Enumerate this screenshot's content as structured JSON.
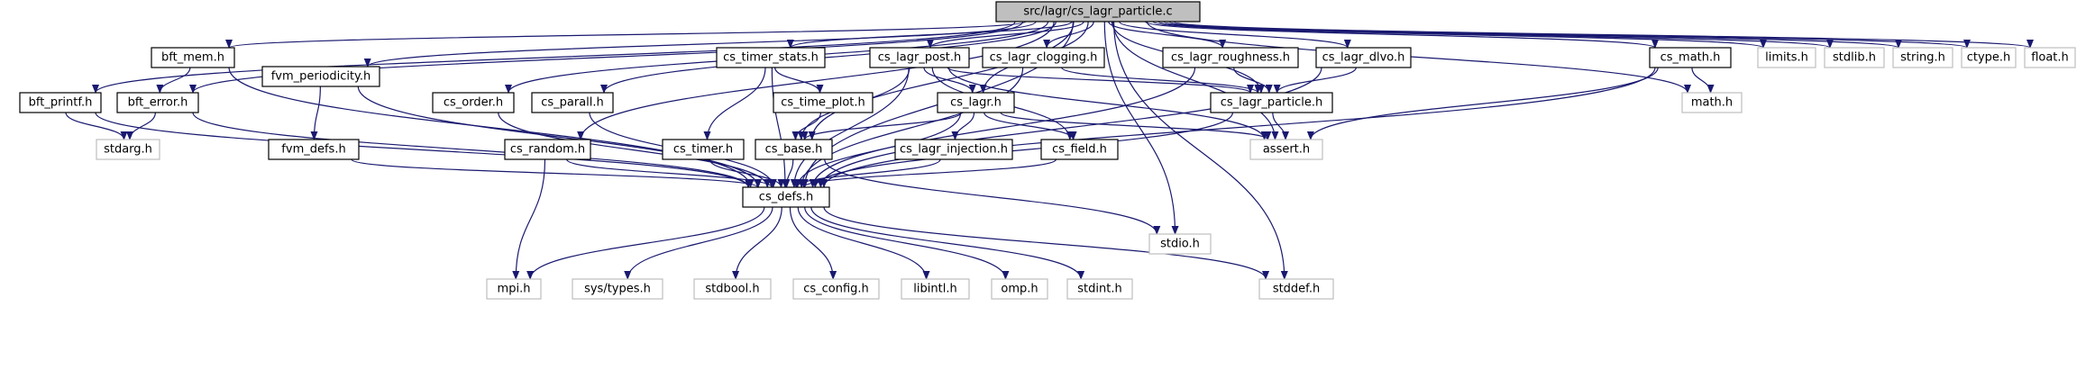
{
  "graph": {
    "edge_color": "#191970",
    "root_fill": "#bfbfbf",
    "nodes": {
      "root": {
        "label": "src/lagr/cs_lagr_particle.c",
        "kind": "root"
      },
      "bft_mem": {
        "label": "bft_mem.h",
        "kind": "doc"
      },
      "fvm_periodicity": {
        "label": "fvm_periodicity.h",
        "kind": "doc"
      },
      "cs_timer_stats": {
        "label": "cs_timer_stats.h",
        "kind": "doc"
      },
      "cs_lagr_post": {
        "label": "cs_lagr_post.h",
        "kind": "doc"
      },
      "cs_lagr_clogging": {
        "label": "cs_lagr_clogging.h",
        "kind": "doc"
      },
      "cs_lagr_roughness": {
        "label": "cs_lagr_roughness.h",
        "kind": "doc"
      },
      "cs_lagr_dlvo": {
        "label": "cs_lagr_dlvo.h",
        "kind": "doc"
      },
      "cs_math": {
        "label": "cs_math.h",
        "kind": "doc"
      },
      "limits": {
        "label": "limits.h",
        "kind": "sys"
      },
      "stdlib": {
        "label": "stdlib.h",
        "kind": "sys"
      },
      "string": {
        "label": "string.h",
        "kind": "sys"
      },
      "ctype": {
        "label": "ctype.h",
        "kind": "sys"
      },
      "float": {
        "label": "float.h",
        "kind": "sys"
      },
      "bft_printf": {
        "label": "bft_printf.h",
        "kind": "doc"
      },
      "bft_error": {
        "label": "bft_error.h",
        "kind": "doc"
      },
      "fvm_defs": {
        "label": "fvm_defs.h",
        "kind": "doc"
      },
      "cs_order": {
        "label": "cs_order.h",
        "kind": "doc"
      },
      "cs_parall": {
        "label": "cs_parall.h",
        "kind": "doc"
      },
      "cs_time_plot": {
        "label": "cs_time_plot.h",
        "kind": "doc"
      },
      "cs_lagr": {
        "label": "cs_lagr.h",
        "kind": "doc"
      },
      "cs_lagr_particle_h": {
        "label": "cs_lagr_particle.h",
        "kind": "doc"
      },
      "math": {
        "label": "math.h",
        "kind": "sys"
      },
      "stdarg": {
        "label": "stdarg.h",
        "kind": "sys"
      },
      "cs_random": {
        "label": "cs_random.h",
        "kind": "doc"
      },
      "cs_timer": {
        "label": "cs_timer.h",
        "kind": "doc"
      },
      "cs_base": {
        "label": "cs_base.h",
        "kind": "doc"
      },
      "cs_lagr_injection": {
        "label": "cs_lagr_injection.h",
        "kind": "doc"
      },
      "cs_field": {
        "label": "cs_field.h",
        "kind": "doc"
      },
      "assert": {
        "label": "assert.h",
        "kind": "sys"
      },
      "cs_defs": {
        "label": "cs_defs.h",
        "kind": "doc"
      },
      "stdio": {
        "label": "stdio.h",
        "kind": "sys"
      },
      "mpi": {
        "label": "mpi.h",
        "kind": "sys"
      },
      "sys_types": {
        "label": "sys/types.h",
        "kind": "sys"
      },
      "stdbool": {
        "label": "stdbool.h",
        "kind": "sys"
      },
      "cs_config": {
        "label": "cs_config.h",
        "kind": "sys"
      },
      "libintl": {
        "label": "libintl.h",
        "kind": "sys"
      },
      "omp": {
        "label": "omp.h",
        "kind": "sys"
      },
      "stdint": {
        "label": "stdint.h",
        "kind": "sys"
      },
      "stddef": {
        "label": "stddef.h",
        "kind": "sys"
      }
    },
    "edges": [
      [
        "root",
        "bft_mem"
      ],
      [
        "root",
        "fvm_periodicity"
      ],
      [
        "root",
        "cs_timer_stats"
      ],
      [
        "root",
        "cs_lagr_post"
      ],
      [
        "root",
        "cs_lagr_clogging"
      ],
      [
        "root",
        "cs_lagr_roughness"
      ],
      [
        "root",
        "cs_lagr_dlvo"
      ],
      [
        "root",
        "cs_math"
      ],
      [
        "root",
        "limits"
      ],
      [
        "root",
        "stdlib"
      ],
      [
        "root",
        "string"
      ],
      [
        "root",
        "ctype"
      ],
      [
        "root",
        "float"
      ],
      [
        "root",
        "bft_printf"
      ],
      [
        "root",
        "bft_error"
      ],
      [
        "root",
        "cs_order"
      ],
      [
        "root",
        "cs_parall"
      ],
      [
        "root",
        "cs_lagr"
      ],
      [
        "root",
        "cs_lagr_particle_h"
      ],
      [
        "root",
        "math"
      ],
      [
        "root",
        "cs_random"
      ],
      [
        "root",
        "cs_base"
      ],
      [
        "root",
        "assert"
      ],
      [
        "root",
        "cs_defs"
      ],
      [
        "root",
        "stdio"
      ],
      [
        "root",
        "stddef"
      ],
      [
        "bft_mem",
        "bft_error"
      ],
      [
        "bft_mem",
        "cs_defs"
      ],
      [
        "fvm_periodicity",
        "fvm_defs"
      ],
      [
        "fvm_periodicity",
        "cs_defs"
      ],
      [
        "cs_timer_stats",
        "cs_time_plot"
      ],
      [
        "cs_timer_stats",
        "cs_timer"
      ],
      [
        "cs_timer_stats",
        "cs_defs"
      ],
      [
        "cs_lagr_post",
        "cs_lagr"
      ],
      [
        "cs_lagr_post",
        "cs_lagr_particle_h"
      ],
      [
        "cs_lagr_post",
        "cs_base"
      ],
      [
        "cs_lagr_post",
        "cs_field"
      ],
      [
        "cs_lagr_post",
        "assert"
      ],
      [
        "cs_lagr_post",
        "cs_defs"
      ],
      [
        "cs_lagr_clogging",
        "cs_lagr_particle_h"
      ],
      [
        "cs_lagr_clogging",
        "cs_defs"
      ],
      [
        "cs_lagr_roughness",
        "cs_lagr_particle_h"
      ],
      [
        "cs_lagr_roughness",
        "cs_defs"
      ],
      [
        "cs_lagr_dlvo",
        "cs_lagr_particle_h"
      ],
      [
        "cs_lagr_dlvo",
        "cs_defs"
      ],
      [
        "cs_math",
        "math"
      ],
      [
        "cs_math",
        "assert"
      ],
      [
        "cs_math",
        "cs_defs"
      ],
      [
        "bft_printf",
        "stdarg"
      ],
      [
        "bft_printf",
        "cs_defs"
      ],
      [
        "bft_error",
        "stdarg"
      ],
      [
        "bft_error",
        "cs_defs"
      ],
      [
        "fvm_defs",
        "cs_defs"
      ],
      [
        "cs_order",
        "cs_defs"
      ],
      [
        "cs_parall",
        "cs_defs"
      ],
      [
        "cs_time_plot",
        "cs_base"
      ],
      [
        "cs_lagr",
        "cs_base"
      ],
      [
        "cs_lagr",
        "cs_lagr_injection"
      ],
      [
        "cs_lagr",
        "cs_field"
      ],
      [
        "cs_lagr",
        "assert"
      ],
      [
        "cs_lagr",
        "cs_defs"
      ],
      [
        "cs_lagr_particle_h",
        "assert"
      ],
      [
        "cs_lagr_particle_h",
        "cs_defs"
      ],
      [
        "cs_random",
        "mpi"
      ],
      [
        "cs_random",
        "cs_defs"
      ],
      [
        "cs_timer",
        "cs_defs"
      ],
      [
        "cs_base",
        "stdio"
      ],
      [
        "cs_base",
        "cs_defs"
      ],
      [
        "cs_lagr_injection",
        "cs_defs"
      ],
      [
        "cs_field",
        "cs_defs"
      ],
      [
        "cs_defs",
        "mpi"
      ],
      [
        "cs_defs",
        "sys_types"
      ],
      [
        "cs_defs",
        "stdbool"
      ],
      [
        "cs_defs",
        "cs_config"
      ],
      [
        "cs_defs",
        "libintl"
      ],
      [
        "cs_defs",
        "omp"
      ],
      [
        "cs_defs",
        "stdint"
      ],
      [
        "cs_defs",
        "stddef"
      ]
    ]
  }
}
